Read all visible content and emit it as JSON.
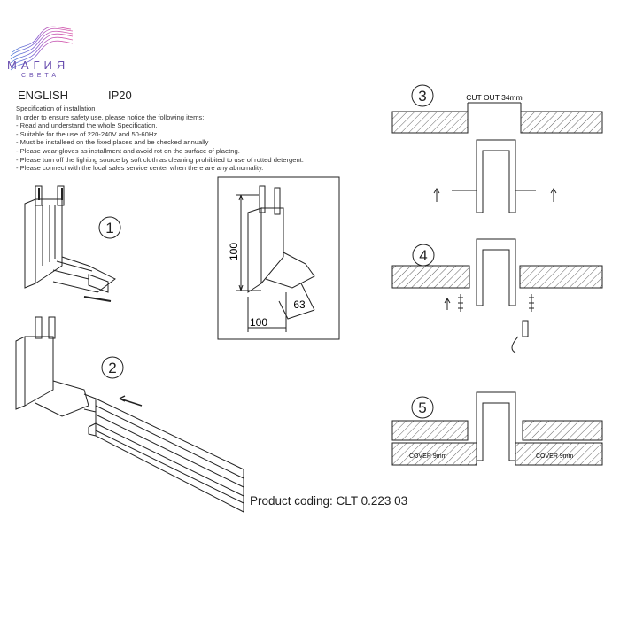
{
  "brand": {
    "name_line1": "МАГИЯ",
    "name_line2": "СВЕТА",
    "colors": [
      "#e05aa8",
      "#8a5ad0",
      "#4a7fd8"
    ]
  },
  "header": {
    "language": "ENGLISH",
    "protection": "IP20"
  },
  "spec": {
    "title": "Specification of installation",
    "intro": "In order to ensure safety use, please notice the following items:",
    "items": [
      "- Read and understand the whole Specification.",
      "- Suitable for the use of 220-240V and 50-60Hz.",
      "- Must be installeed on the fixed places and be checked annually",
      "- Please wear gloves as installment and avoid rot on the surface of plaetng.",
      "- Please turn off the lighitng source by soft cloth as cleaning prohibited to use of rotted detergent.",
      "- Please connect with the local sales service center when there are any abnomality."
    ]
  },
  "steps": {
    "s1": "1",
    "s2": "2",
    "s3": "3",
    "s4": "4",
    "s5": "5"
  },
  "dimensions": {
    "height": "100",
    "width": "100",
    "depth": "63"
  },
  "cutout": "CUT OUT 34mm",
  "cover_left": "COVER 9mm",
  "cover_right": "COVER 9mm",
  "product_coding": "Product coding: CLT 0.223 03"
}
